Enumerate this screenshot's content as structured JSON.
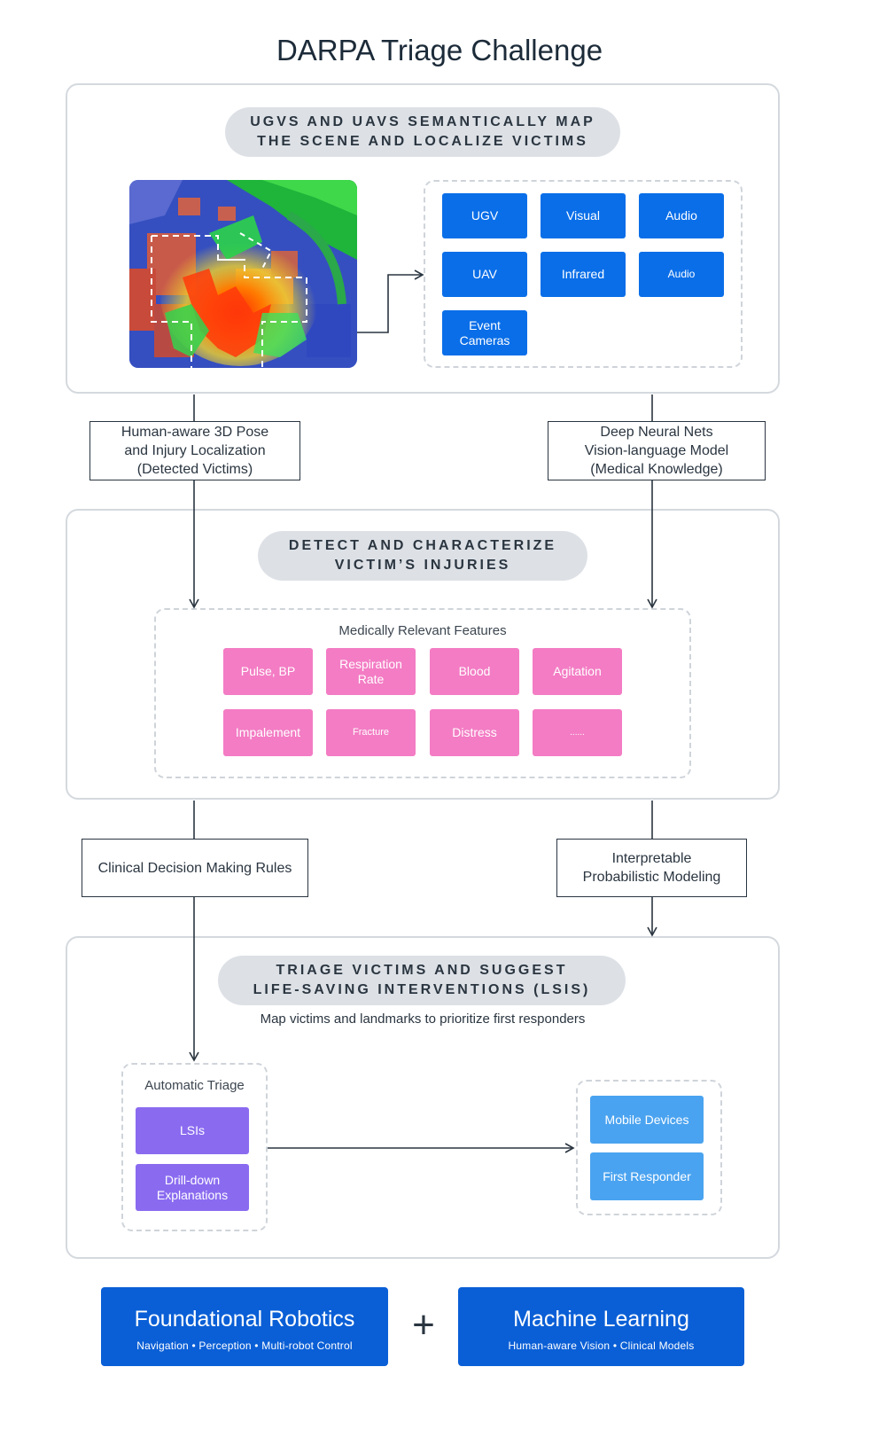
{
  "title": "DARPA Triage Challenge",
  "section1": {
    "pill_line1": "UGVS AND UAVS SEMANTICALLY MAP",
    "pill_line2": "THE SCENE AND LOCALIZE VICTIMS",
    "sensors": [
      "UGV",
      "Visual",
      "Audio",
      "UAV",
      "Infrared",
      "Audio",
      "Event Cameras"
    ]
  },
  "connector1": {
    "left_lines": [
      "Human-aware 3D Pose",
      "and Injury Localization",
      "(Detected Victims)"
    ],
    "right_lines": [
      "Deep Neural Nets",
      "Vision-language Model",
      "(Medical Knowledge)"
    ]
  },
  "section2": {
    "pill_line1": "DETECT AND CHARACTERIZE",
    "pill_line2": "VICTIM’S INJURIES",
    "features_title": "Medically Relevant Features",
    "features": [
      "Pulse, BP",
      "Respiration Rate",
      "Blood",
      "Agitation",
      "Impalement",
      "Fracture",
      "Distress",
      "......"
    ]
  },
  "connector2": {
    "left_lines": [
      "Clinical Decision Making Rules"
    ],
    "right_lines": [
      "Interpretable",
      "Probabilistic Modeling"
    ]
  },
  "section3": {
    "pill_line1": "TRIAGE VICTIMS AND SUGGEST",
    "pill_line2": "LIFE-SAVING INTERVENTIONS (LSIS)",
    "subtitle": "Map victims and landmarks to prioritize first responders",
    "auto_title": "Automatic Triage",
    "auto_items": [
      "LSIs",
      "Drill-down Explanations"
    ],
    "output_items": [
      "Mobile Devices",
      "First Responder"
    ]
  },
  "footer": {
    "left_title": "Foundational Robotics",
    "left_sub": "Navigation • Perception • Multi-robot Control",
    "plus": "+",
    "right_title": "Machine Learning",
    "right_sub": "Human-aware Vision • Clinical Models"
  },
  "colors": {
    "sensor_blue": "#0a6ee8",
    "feature_pink": "#f37cc4",
    "triage_purple": "#8a6bf0",
    "output_blue": "#4aa3f0",
    "footer_blue": "#0a5fd6"
  }
}
